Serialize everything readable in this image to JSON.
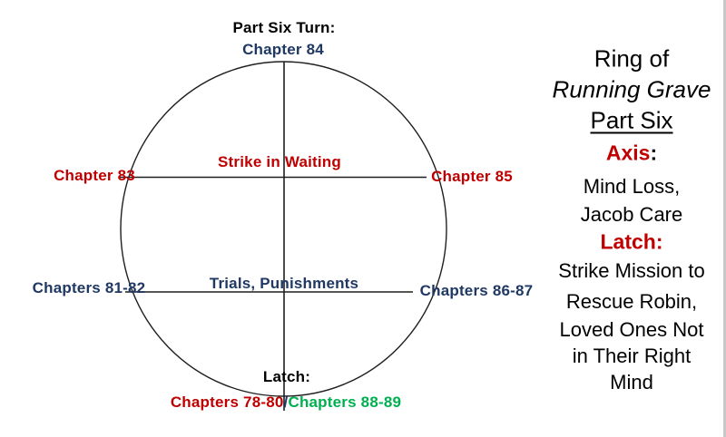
{
  "colors": {
    "navy": "#1F3864",
    "red": "#C00000",
    "green": "#00B050",
    "black": "#000000",
    "line": "#1f1f1f",
    "slide_edge": "#c8c8c8"
  },
  "diagram": {
    "top_label": "Part Six Turn:",
    "top_chapter": "Chapter 84",
    "upper_axis_label": "Strike in Waiting",
    "left_chapter": "Chapter 83",
    "right_chapter": "Chapter 85",
    "lower_axis_label": "Trials, Punishments",
    "lower_left_chapters": "Chapters 81-82",
    "lower_right_chapters": "Chapters 86-87",
    "latch_label": "Latch:",
    "latch_left": "Chapters 78-80",
    "latch_separator": "/",
    "latch_right": "Chapters 88-89"
  },
  "panel": {
    "title_line1": "Ring of",
    "title_line2": "Running Grave",
    "title_line3": "Part Six",
    "axis_heading": "Axis",
    "axis_colon": ":",
    "axis_line1": "Mind Loss,",
    "axis_line2": "Jacob Care",
    "latch_heading": "Latch:",
    "latch_line1": "Strike Mission to",
    "latch_line2": "Rescue Robin,",
    "latch_line3": "Loved Ones Not",
    "latch_line4": "in Their Right",
    "latch_line5": "Mind"
  }
}
